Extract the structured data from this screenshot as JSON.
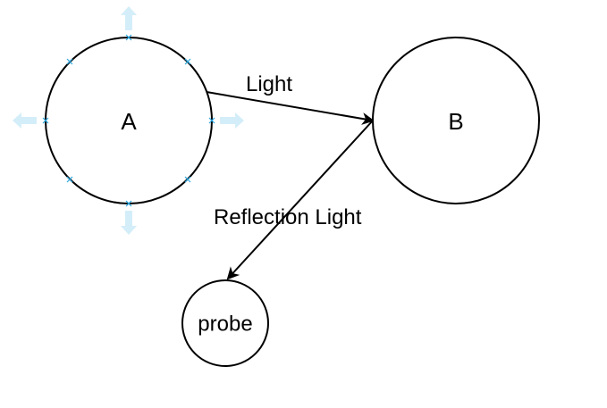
{
  "diagram": {
    "nodes": [
      {
        "id": "A",
        "label": "A",
        "selected": true
      },
      {
        "id": "B",
        "label": "B",
        "selected": false
      },
      {
        "id": "probe",
        "label": "probe",
        "selected": false
      }
    ],
    "edges": [
      {
        "from": "A",
        "to": "B",
        "label": "Light"
      },
      {
        "from": "B",
        "to": "probe",
        "label": "Reflection Light"
      }
    ],
    "colors": {
      "stroke": "#000000",
      "selection_handle": "#d4eef9",
      "connection_point": "#29a7e0"
    }
  }
}
